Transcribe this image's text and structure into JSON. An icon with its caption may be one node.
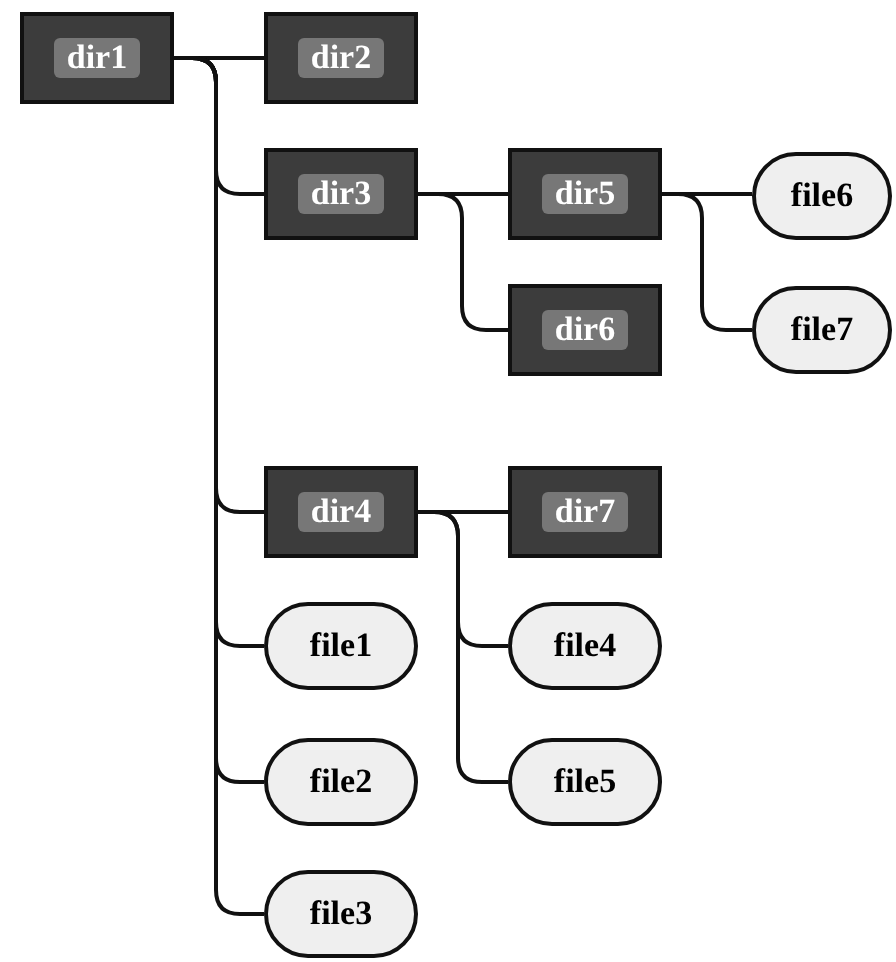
{
  "diagram": {
    "nodes": [
      {
        "text": [
          "dir1"
        ]
      },
      {
        "text": [
          "dir2"
        ]
      },
      {
        "text": [
          "dir3"
        ]
      },
      {
        "text": [
          "dir5"
        ]
      },
      {
        "text": [
          "file6"
        ]
      },
      {
        "text": [
          "dir6"
        ]
      },
      {
        "text": [
          "file7"
        ]
      },
      {
        "text": [
          "dir4"
        ]
      },
      {
        "text": [
          "dir7"
        ]
      },
      {
        "text": [
          "file1"
        ]
      },
      {
        "text": [
          "file4"
        ]
      },
      {
        "text": [
          "file2"
        ]
      },
      {
        "text": [
          "file5"
        ]
      },
      {
        "text": [
          "file3"
        ]
      }
    ],
    "edges": [
      {
        "from": 0,
        "to": 1,
        "arrow": "none"
      },
      {
        "from": 0,
        "to": 2,
        "arrow": "none"
      },
      {
        "from": 0,
        "to": 7,
        "arrow": "none"
      },
      {
        "from": 0,
        "to": 9,
        "arrow": "none"
      },
      {
        "from": 0,
        "to": 11,
        "arrow": "none"
      },
      {
        "from": 0,
        "to": 13,
        "arrow": "none"
      },
      {
        "from": 2,
        "to": 3,
        "arrow": "none"
      },
      {
        "from": 2,
        "to": 5,
        "arrow": "none"
      },
      {
        "from": 3,
        "to": 4,
        "arrow": "none"
      },
      {
        "from": 3,
        "to": 6,
        "arrow": "none"
      },
      {
        "from": 7,
        "to": 8,
        "arrow": "none"
      },
      {
        "from": 7,
        "to": 10,
        "arrow": "none"
      },
      {
        "from": 7,
        "to": 12,
        "arrow": "none"
      }
    ]
  }
}
